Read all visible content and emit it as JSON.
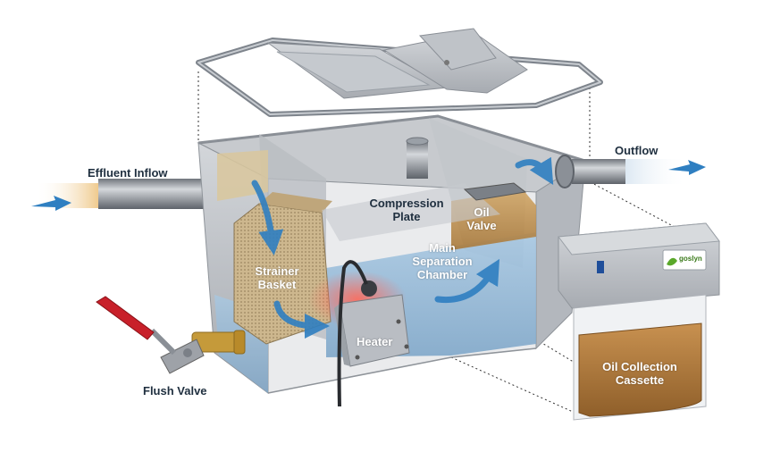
{
  "labels": {
    "effluent_inflow": "Effluent Inflow",
    "outflow": "Outflow",
    "compression_plate_1": "Compression",
    "compression_plate_2": "Plate",
    "oil_valve_1": "Oil",
    "oil_valve_2": "Valve",
    "strainer_basket_1": "Strainer",
    "strainer_basket_2": "Basket",
    "main_chamber_1": "Main",
    "main_chamber_2": "Separation",
    "main_chamber_3": "Chamber",
    "heater": "Heater",
    "flush_valve": "Flush Valve",
    "oil_cassette_1": "Oil Collection",
    "oil_cassette_2": "Cassette"
  },
  "logo_text": "goslyn",
  "colors": {
    "steel": "#b8bcc2",
    "water": "#8fb5d6",
    "flow_arrow": "#2f7fc1",
    "strainer": "#c9b48a",
    "oil_tan": "#c89a55",
    "cassette_oil": "#b07a3a",
    "heater_glow": "#f07060",
    "handle_red": "#c8202a",
    "brass": "#c59a3a",
    "logo_green": "#5aa82a"
  }
}
